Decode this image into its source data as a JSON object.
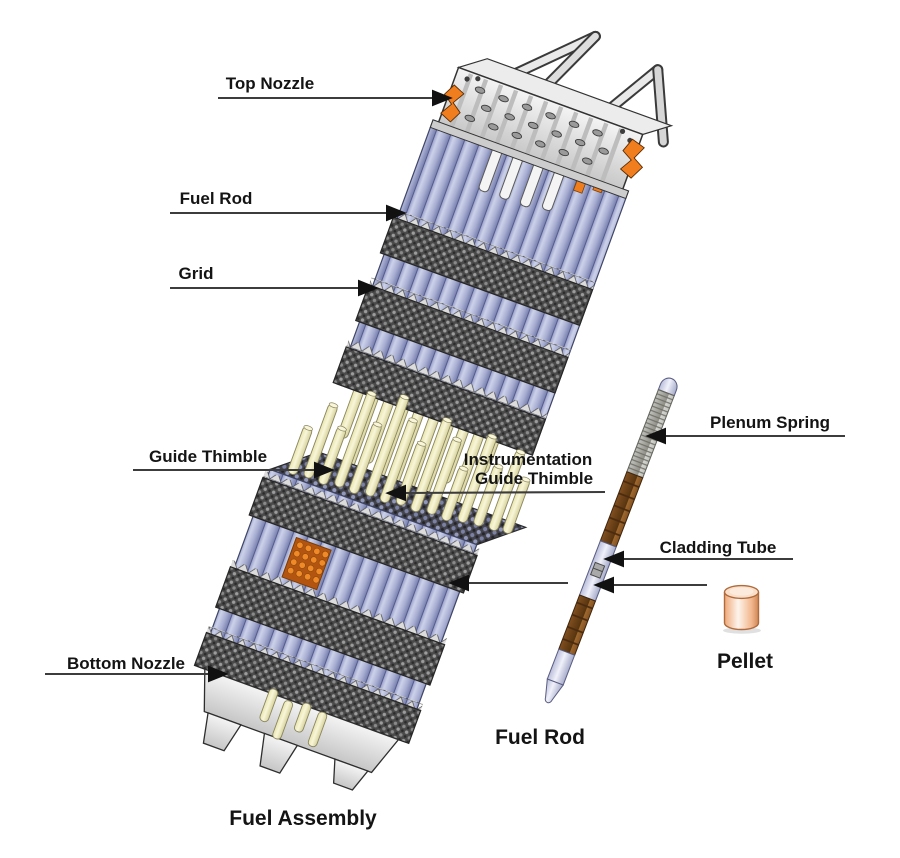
{
  "diagram": {
    "type": "exploded-technical-illustration",
    "subject": "PWR nuclear fuel assembly, fuel rod and pellet",
    "callouts": {
      "top_nozzle": "Top Nozzle",
      "fuel_rod": "Fuel Rod",
      "grid": "Grid",
      "guide_thimble": "Guide Thimble",
      "instrumentation_line1": "Instrumentation",
      "instrumentation_line2": "Guide Thimble",
      "bottom_nozzle": "Bottom Nozzle",
      "plenum_spring": "Plenum Spring",
      "cladding_tube": "Cladding Tube"
    },
    "captions": {
      "pellet": "Pellet",
      "fuel_rod": "Fuel Rod",
      "fuel_assembly": "Fuel Assembly"
    },
    "palette": {
      "background": "#ffffff",
      "label_text": "#141414",
      "arrow_line": "#3c3c3c",
      "fuel_rod_lavender": "#aab0d4",
      "grid_band_dark": "#4a4a4a",
      "guide_thimble_cream": "#f2efc8",
      "nozzle_gray": "#d9d9d9",
      "clip_orange": "#f07d1e",
      "pellet_stack_brown": "#7c4c1e",
      "plenum_spring_gray": "#b9b9b4",
      "cladding_lavender": "#c9cce6",
      "pellet_copper": "#f0b088"
    }
  }
}
